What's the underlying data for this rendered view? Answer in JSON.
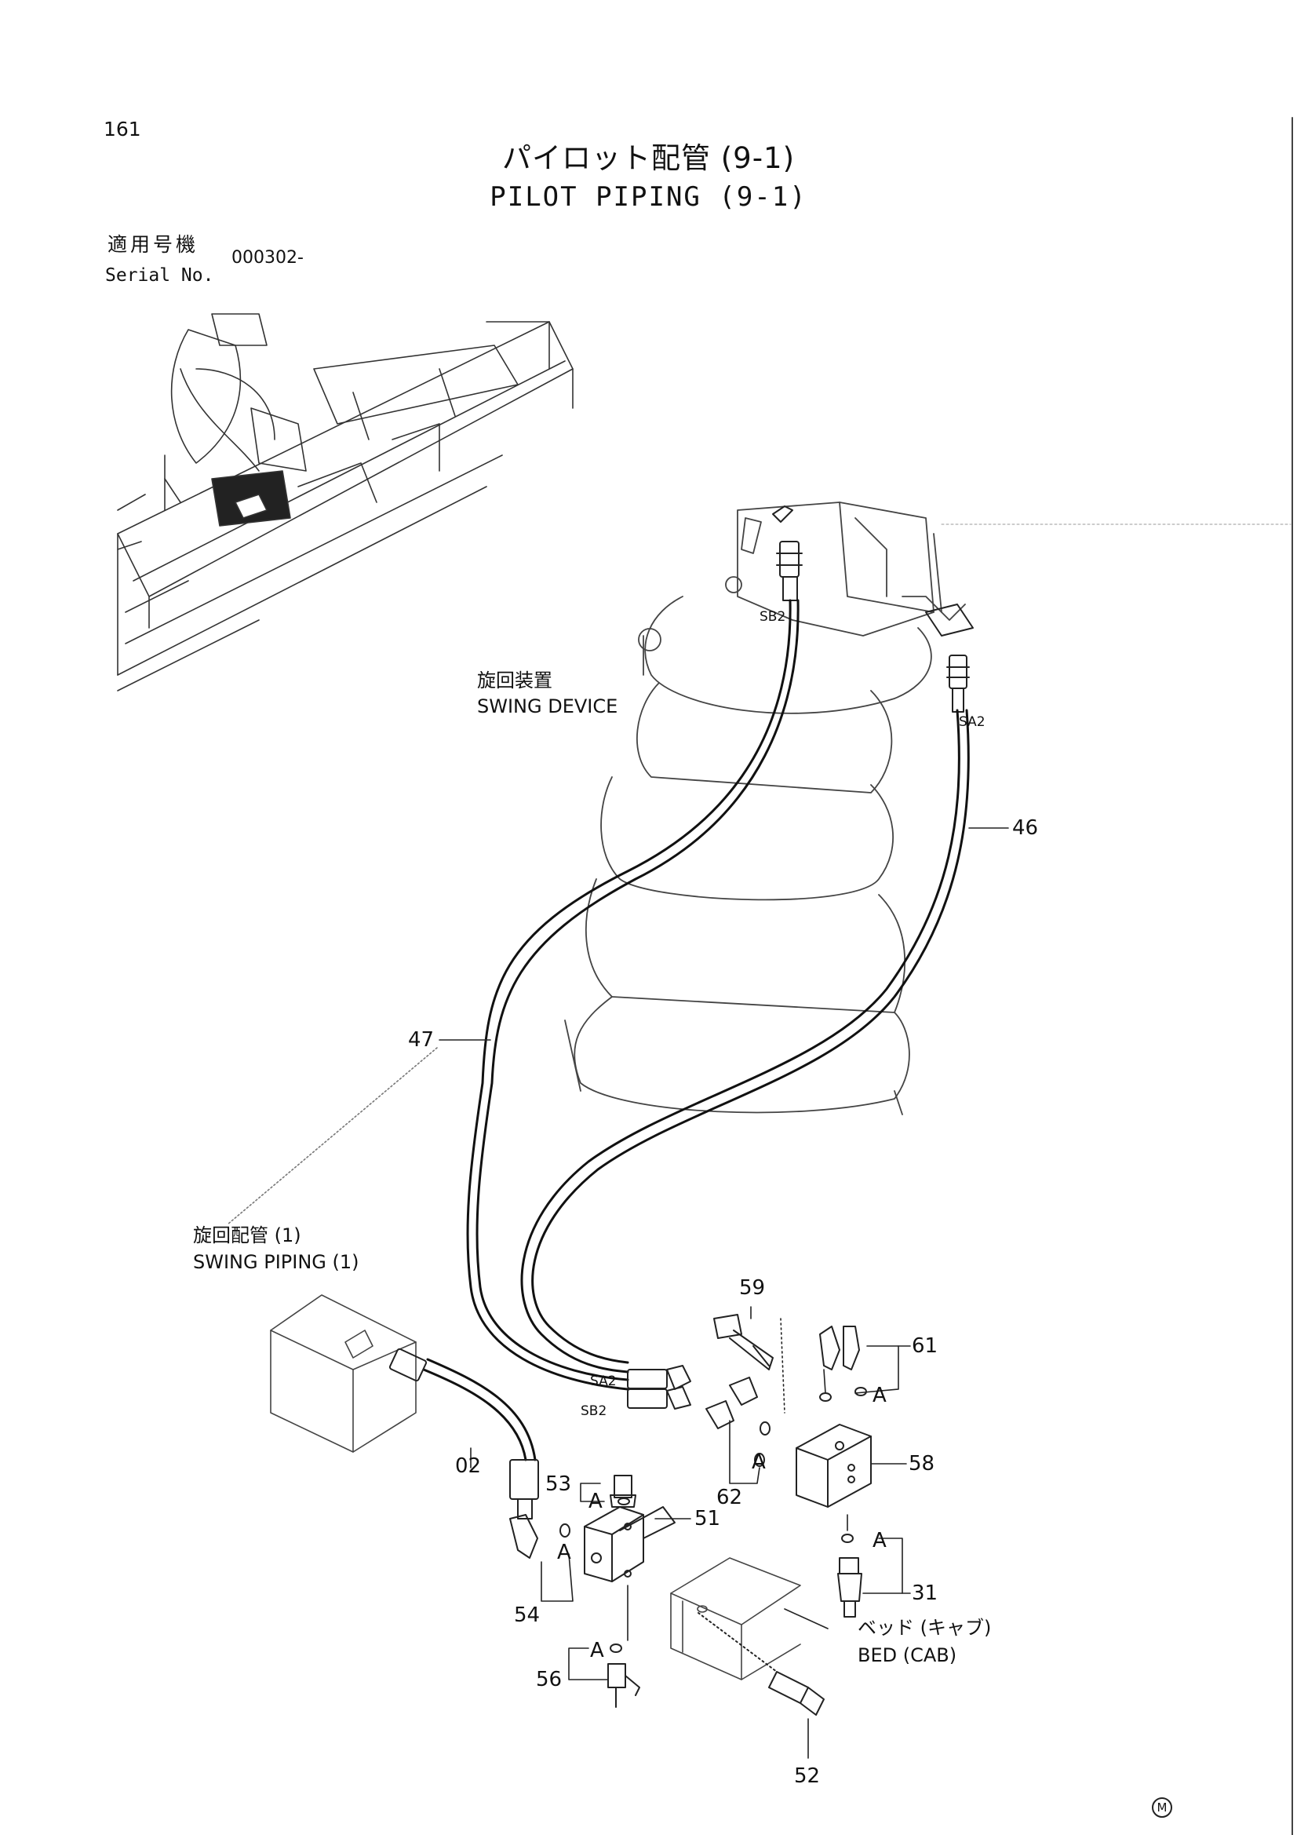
{
  "page_number": "161",
  "title_jp": "パイロット配管 (9-1)",
  "title_en": "PILOT PIPING (9-1)",
  "serial_label_jp": "適用号機",
  "serial_label_en": "Serial No.",
  "serial_value": "000302-",
  "labels": {
    "swing_device_jp": "旋回装置",
    "swing_device_en": "SWING DEVICE",
    "swing_piping_jp": "旋回配管 (1)",
    "swing_piping_en": "SWING PIPING (1)",
    "bed_jp": "ベッド (キャブ)",
    "bed_en": "BED (CAB)",
    "sb2_top": "SB2",
    "sa2_top": "SA2",
    "sa2_bottom": "SA2",
    "sb2_bottom": "SB2"
  },
  "parts": {
    "p46": "46",
    "p47": "47",
    "p59": "59",
    "p61": "61",
    "p58": "58",
    "p62": "62",
    "p02": "02",
    "p53": "53",
    "p51": "51",
    "p54": "54",
    "p31": "31",
    "p56": "56",
    "p52": "52"
  },
  "markers": {
    "a1": "A",
    "a2": "A",
    "a3": "A",
    "a4": "A",
    "a5": "A",
    "a6": "A"
  },
  "footer_mark": "M"
}
